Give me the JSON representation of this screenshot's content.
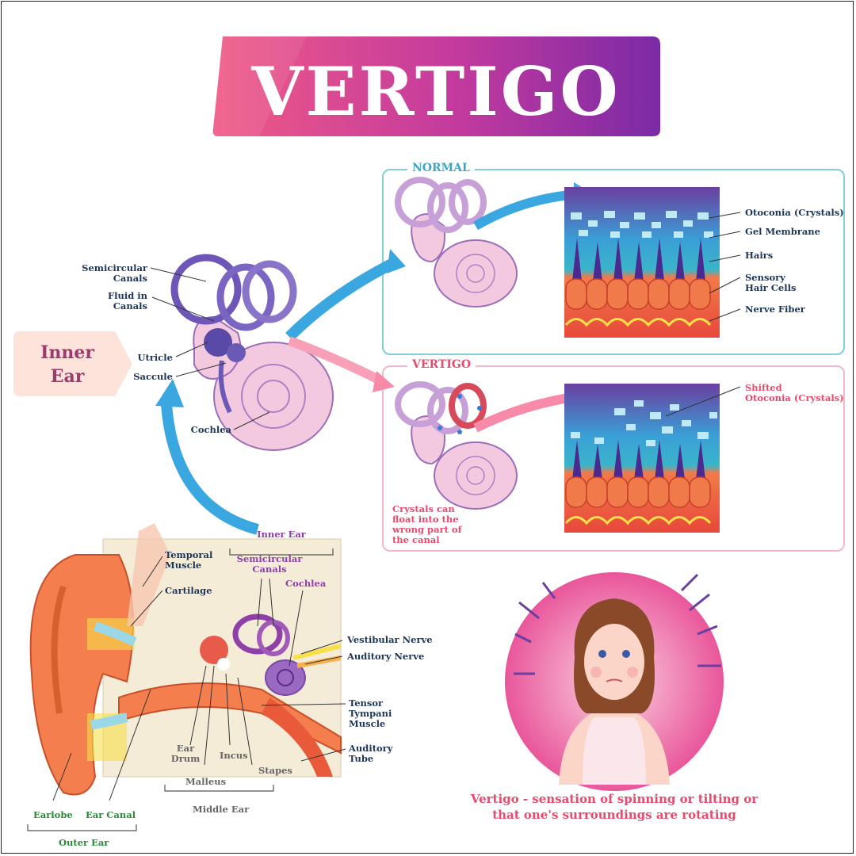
{
  "title": "VERTIGO",
  "inner_ear_tag": {
    "line1": "Inner",
    "line2": "Ear"
  },
  "inner_ear_labels": {
    "semicircular_canals": [
      "Semicircular",
      "Canals"
    ],
    "fluid_in_canals": [
      "Fluid in",
      "Canals"
    ],
    "utricle": "Utricle",
    "saccule": "Saccule",
    "cochlea": "Cochlea"
  },
  "normal_panel": {
    "title": "NORMAL",
    "labels": {
      "otoconia": "Otoconia (Crystals)",
      "gel_membrane": "Gel Membrane",
      "hairs": "Hairs",
      "sensory_hair_cells": [
        "Sensory",
        "Hair Cells"
      ],
      "nerve_fiber": "Nerve Fiber"
    }
  },
  "vertigo_panel": {
    "title": "VERTIGO",
    "shifted_otoconia": [
      "Shifted",
      "Otoconia (Crystals)"
    ],
    "crystals_note": [
      "Crystals can",
      "float into the",
      "wrong part of",
      "the canal"
    ]
  },
  "ear_anatomy": {
    "inner_ear": "Inner Ear",
    "semicircular_canals": [
      "Semicircular",
      "Canals"
    ],
    "cochlea": "Cochlea",
    "temporal_muscle": [
      "Temporal",
      "Muscle"
    ],
    "cartilage": "Cartilage",
    "vestibular_nerve": "Vestibular Nerve",
    "auditory_nerve": "Auditory Nerve",
    "tensor_tympani": [
      "Tensor",
      "Tympani",
      "Muscle"
    ],
    "auditory_tube": [
      "Auditory",
      "Tube"
    ],
    "ear_drum": [
      "Ear",
      "Drum"
    ],
    "incus": "Incus",
    "stapes": "Stapes",
    "malleus": "Malleus",
    "middle_ear": "Middle Ear",
    "earlobe": "Earlobe",
    "ear_canal": "Ear Canal",
    "outer_ear": "Outer Ear"
  },
  "caption": [
    "Vertigo - sensation of spinning or tilting or",
    "that one's surroundings are rotating"
  ],
  "colors": {
    "title_gradient_start": "#f05a86",
    "title_gradient_end": "#7b2aa6",
    "normal_border": "#7fd0d8",
    "vertigo_border": "#f2b8c6",
    "label_dark": "#1d3557",
    "label_pink": "#e84a6e",
    "label_purple": "#8e3fa8",
    "label_green": "#2a8a3a"
  }
}
